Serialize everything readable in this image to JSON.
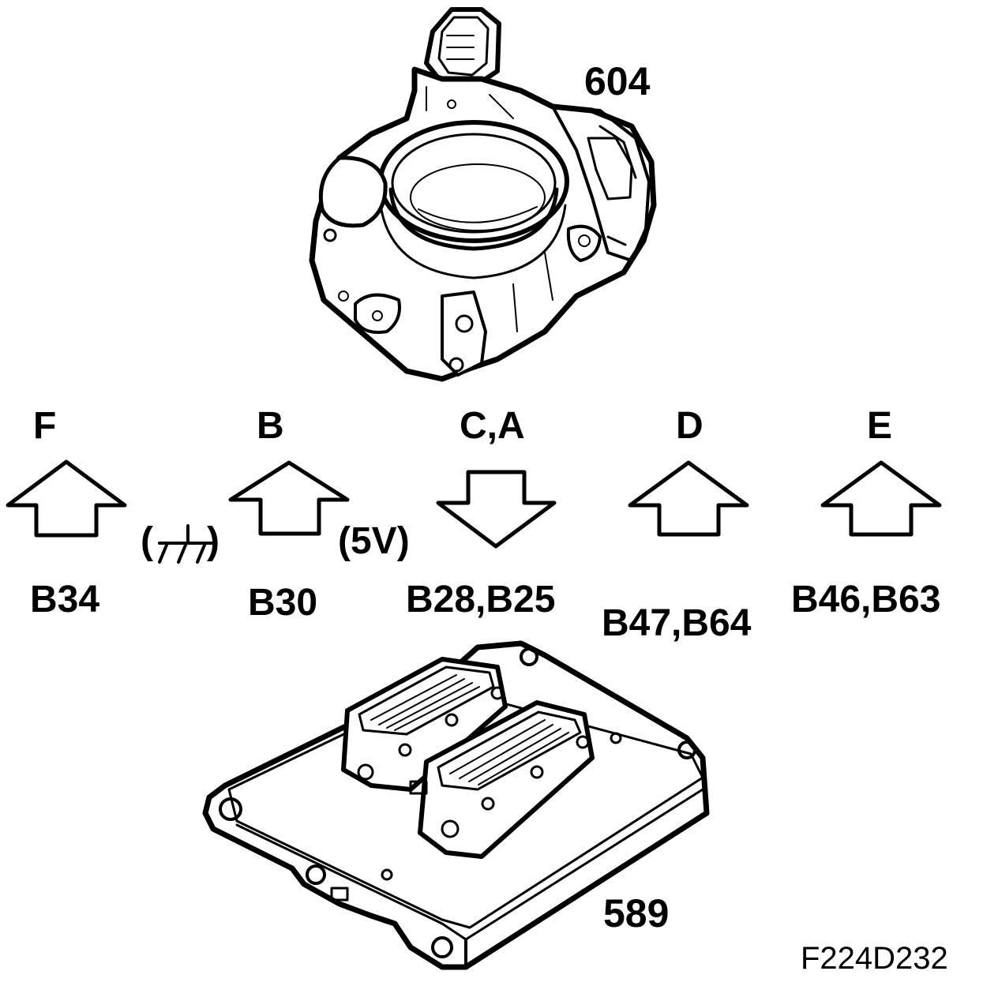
{
  "component_top": {
    "number": "604"
  },
  "component_bottom": {
    "number": "589"
  },
  "figure_id": "F224D232",
  "pins": [
    {
      "letter": "F",
      "direction": "up",
      "ecu_pins": "B34"
    },
    {
      "letter": "B",
      "direction": "up",
      "ecu_pins": "B30"
    },
    {
      "letter": "C,A",
      "direction": "down",
      "ecu_pins": "B28,B25"
    },
    {
      "letter": "D",
      "direction": "up",
      "ecu_pins": "B47,B64"
    },
    {
      "letter": "E",
      "direction": "up",
      "ecu_pins": "B46,B63"
    }
  ],
  "annotations": {
    "ground_open": "(",
    "ground_close": ")",
    "supply": "(5V)"
  }
}
